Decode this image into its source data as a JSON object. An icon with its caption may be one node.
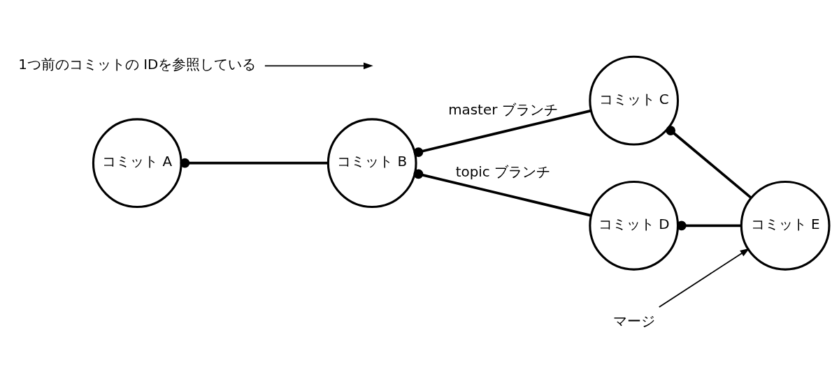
{
  "diagram": {
    "nodes": [
      {
        "text": [
          "コミット A"
        ]
      },
      {
        "text": [
          "コミット B"
        ]
      },
      {
        "text": [
          "コミット C"
        ]
      },
      {
        "text": [
          "コミット D"
        ]
      },
      {
        "text": [
          "コミット E"
        ]
      },
      {
        "text": [
          "マージ"
        ]
      },
      {
        "text": [
          "1つ前のコミットの IDを参照している"
        ]
      }
    ],
    "edges": [
      {
        "from": 0,
        "to": 1,
        "arrow": "other"
      },
      {
        "from": 1,
        "to": 2,
        "arrow": "other",
        "label": "master ブランチ"
      },
      {
        "from": 1,
        "to": 3,
        "arrow": "other",
        "label": "topic ブランチ"
      },
      {
        "from": 2,
        "to": 4,
        "arrow": "other"
      },
      {
        "from": 3,
        "to": 4,
        "arrow": "other"
      },
      {
        "from": 5,
        "to": 4,
        "arrow": "to"
      },
      {
        "from": 6,
        "to": null,
        "arrow": "to"
      }
    ]
  }
}
